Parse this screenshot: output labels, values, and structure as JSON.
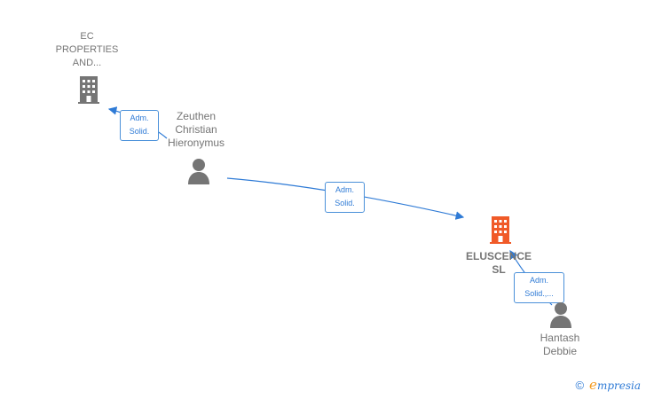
{
  "nodes": {
    "ec_properties": {
      "label": "EC\nPROPERTIES\nAND...",
      "icon": "building-icon",
      "color": "#757575"
    },
    "zeuthen": {
      "label": "Zeuthen\nChristian\nHieronymus",
      "icon": "person-icon",
      "color": "#757575"
    },
    "eluscence": {
      "label": "ELUSCENCE\nSL",
      "icon": "building-icon",
      "color": "#f05a28"
    },
    "hantash": {
      "label": "Hantash\nDebbie",
      "icon": "person-icon",
      "color": "#757575"
    }
  },
  "edges": [
    {
      "from": "zeuthen",
      "to": "ec_properties",
      "label_line1": "Adm.",
      "label_line2": "Solid."
    },
    {
      "from": "zeuthen",
      "to": "eluscence",
      "label_line1": "Adm.",
      "label_line2": "Solid."
    },
    {
      "from": "hantash",
      "to": "eluscence",
      "label_line1": "Adm.",
      "label_line2": "Solid.,..."
    }
  ],
  "footer": {
    "copyright_symbol": "©",
    "brand_first": "e",
    "brand_rest": "mpresia",
    "brand_color": "#2f7bd6",
    "accent_color": "#f39a1f"
  }
}
